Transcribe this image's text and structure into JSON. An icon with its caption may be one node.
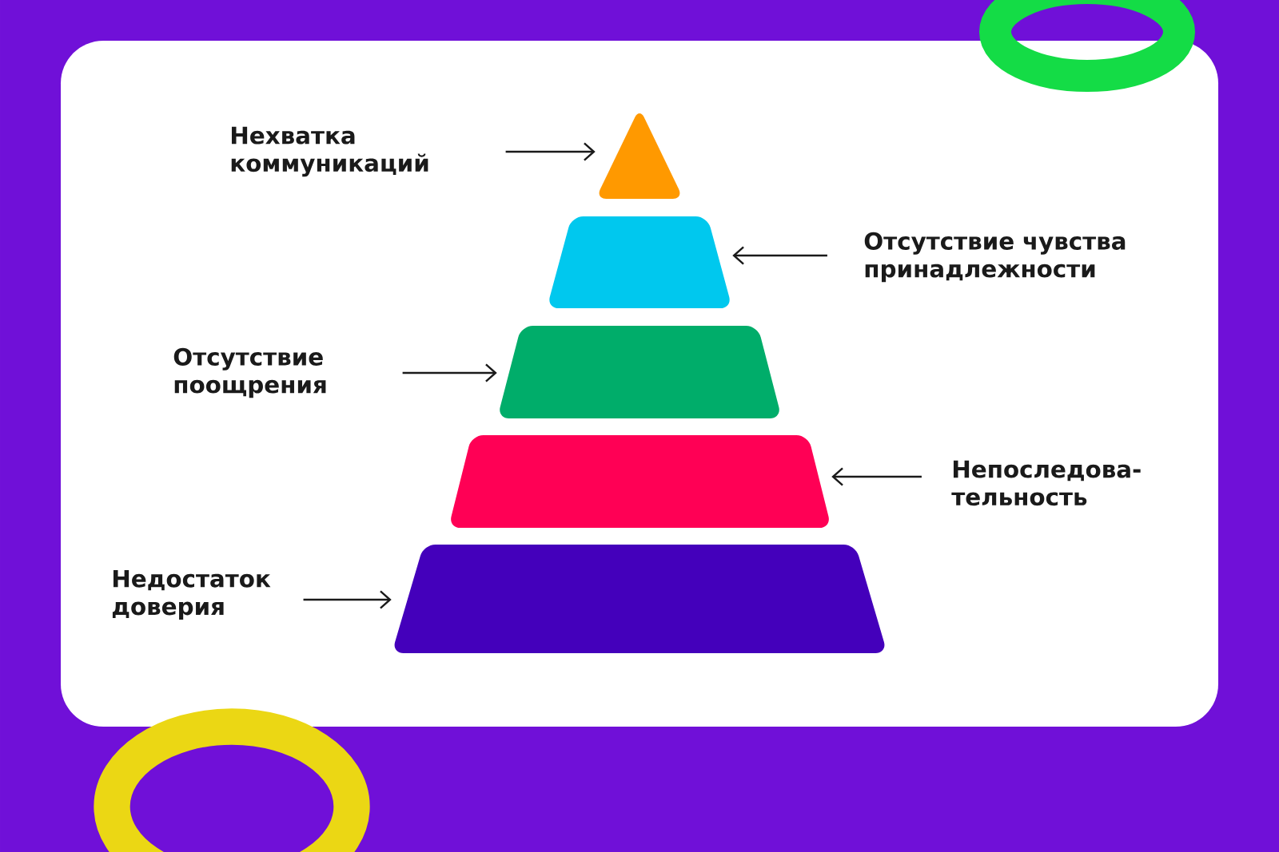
{
  "diagram": {
    "nodes": [
      {
        "text": [
          "Нехватка коммуникаций"
        ]
      },
      {
        "text": [],
        "shape": "triangle"
      },
      {
        "text": [],
        "shape": "trapezoid"
      },
      {
        "text": [
          "Отсутствие чувства принадлежности"
        ]
      },
      {
        "text": [
          "Отсутствие поощрения"
        ]
      },
      {
        "text": [],
        "shape": "trapezoid"
      },
      {
        "text": [],
        "shape": "trapezoid"
      },
      {
        "text": [
          "Непоследова- тельность"
        ]
      },
      {
        "text": [
          "Недостаток доверия"
        ]
      },
      {
        "text": [],
        "shape": "trapezoid"
      }
    ],
    "edges": [
      {
        "from": 0,
        "to": 1,
        "arrow": "to"
      },
      {
        "from": 3,
        "to": 2,
        "arrow": "to"
      },
      {
        "from": 4,
        "to": 5,
        "arrow": "to"
      },
      {
        "from": 7,
        "to": 6,
        "arrow": "to"
      },
      {
        "from": 8,
        "to": 9,
        "arrow": "to"
      }
    ]
  }
}
